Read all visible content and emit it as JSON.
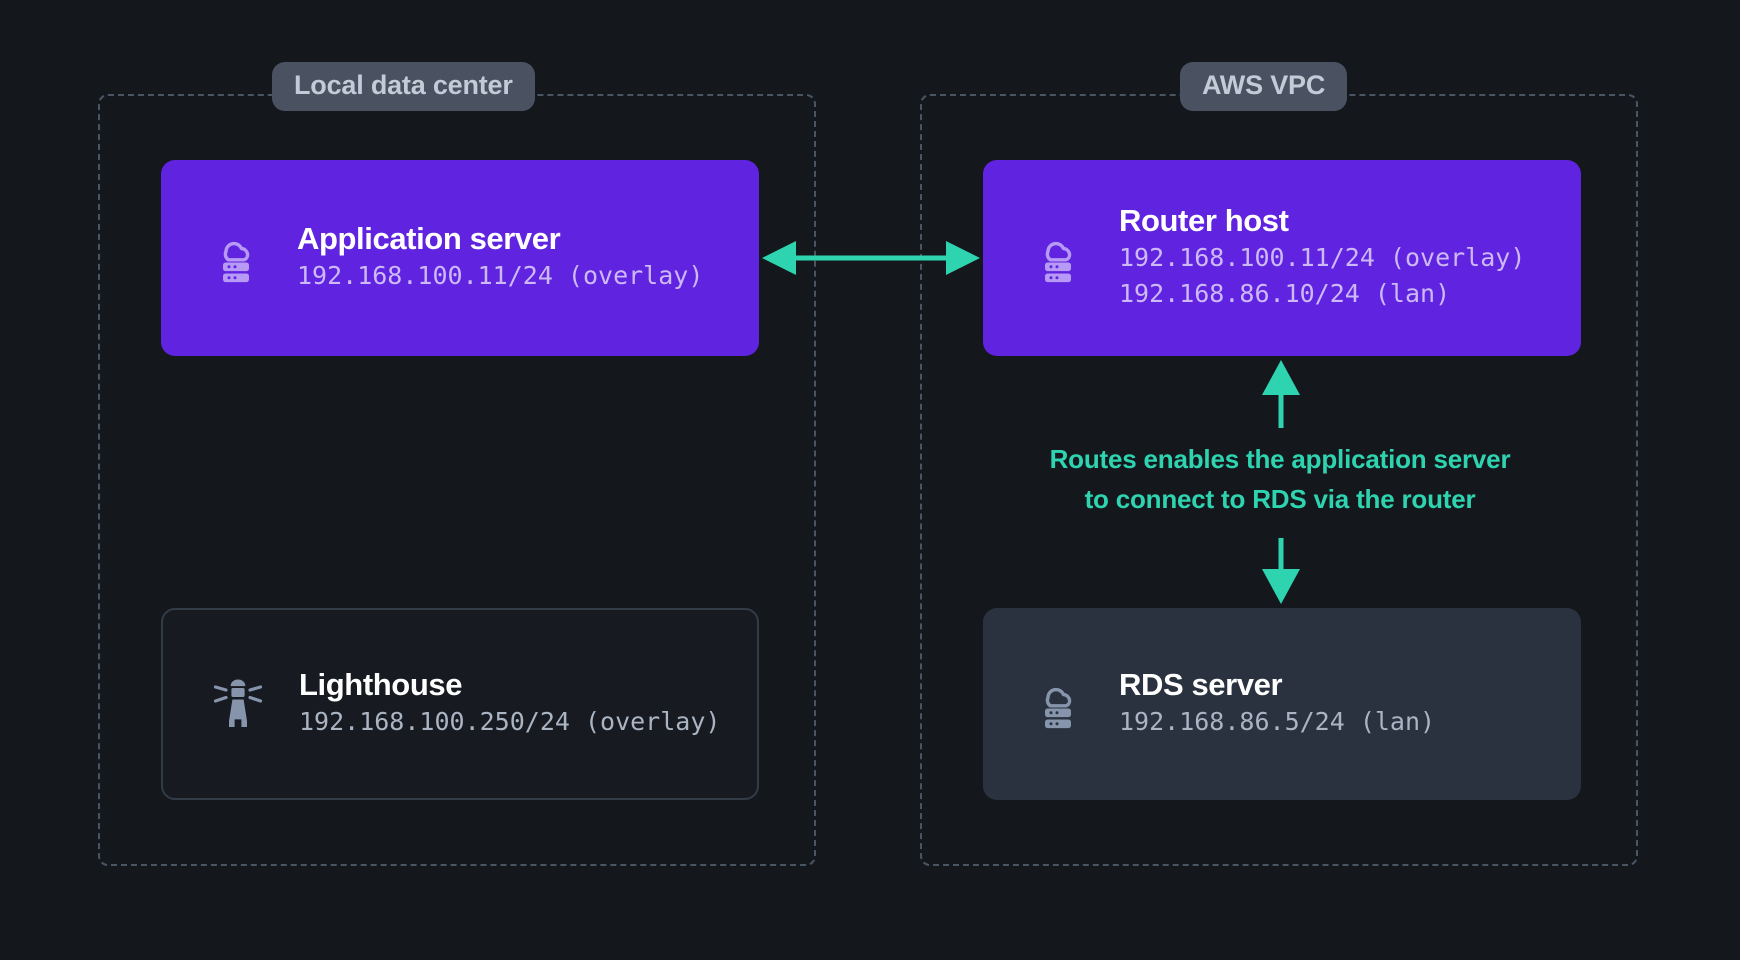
{
  "colors": {
    "background": "#14181d",
    "accent_purple": "#6023e0",
    "accent_teal": "#2ed3b0",
    "group_border": "#4a5564",
    "label_chip": "#4a5262",
    "card_slate": "#2b323f"
  },
  "groups": [
    {
      "id": "local",
      "label": "Local data center"
    },
    {
      "id": "aws",
      "label": "AWS VPC"
    }
  ],
  "nodes": [
    {
      "id": "application-server",
      "title": "Application server",
      "icon": "cloud-server-icon",
      "group": "local",
      "addresses": [
        "192.168.100.11/24 (overlay)"
      ]
    },
    {
      "id": "router-host",
      "title": "Router host",
      "icon": "cloud-server-icon",
      "group": "aws",
      "addresses": [
        "192.168.100.11/24 (overlay)",
        "192.168.86.10/24 (lan)"
      ]
    },
    {
      "id": "lighthouse",
      "title": "Lighthouse",
      "icon": "lighthouse-icon",
      "group": "local",
      "addresses": [
        "192.168.100.250/24 (overlay)"
      ]
    },
    {
      "id": "rds-server",
      "title": "RDS server",
      "icon": "cloud-server-icon",
      "group": "aws",
      "addresses": [
        "192.168.86.5/24 (lan)"
      ]
    }
  ],
  "annotations": {
    "route_note_line1": "Routes enables the application server",
    "route_note_line2": "to connect to RDS via the router"
  },
  "connections": [
    {
      "id": "app-to-router",
      "type": "bidirectional-horizontal"
    },
    {
      "id": "rds-to-router",
      "type": "arrow-up"
    },
    {
      "id": "router-to-rds",
      "type": "arrow-down"
    }
  ]
}
